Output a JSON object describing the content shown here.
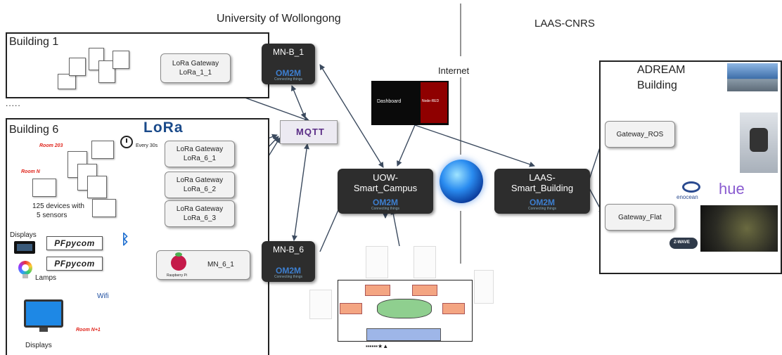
{
  "labels": {
    "university": "University of Wollongong",
    "laas": "LAAS-CNRS",
    "internet": "Internet",
    "ellipsis": ".....",
    "building1": "Building 1",
    "building6": "Building 6",
    "adream_line1": "ADREAM",
    "adream_line2": "Building",
    "lora_logo": "LoRa",
    "every30s": "Every 30s",
    "room203": "Room 203",
    "roomN": "Room N",
    "roomN1": "Room N+1",
    "devices_line1": "125 devices with",
    "devices_line2": "5 sensors",
    "displays_top": "Displays",
    "lamps": "Lamps",
    "wifi": "Wifi",
    "displays_bottom": "Displays",
    "pycom1": "PFpycom",
    "pycom2": "PFpycom",
    "raspberry": "Raspberry Pi",
    "mqtt": "MQTT",
    "dashboard": "Dashboard",
    "nodered": "Node-RED",
    "enocean": "enocean",
    "hue": "hue",
    "zwave": "Z-WAVE"
  },
  "gateways": {
    "lora_1_1": {
      "line1": "LoRa Gateway",
      "line2": "LoRa_1_1"
    },
    "lora_6_1": {
      "line1": "LoRa Gateway",
      "line2": "LoRa_6_1"
    },
    "lora_6_2": {
      "line1": "LoRa Gateway",
      "line2": "LoRa_6_2"
    },
    "lora_6_3": {
      "line1": "LoRa Gateway",
      "line2": "LoRa_6_3"
    },
    "mn_6_1": "MN_6_1",
    "gateway_ros": "Gateway_ROS",
    "gateway_flat": "Gateway_Flat"
  },
  "nodes": {
    "mn_b_1": {
      "line1": "MN-B_1"
    },
    "mn_b_6": {
      "line1": "MN-B_6"
    },
    "uow": {
      "line1": "UOW-",
      "line2": "Smart_Campus"
    },
    "laas": {
      "line1": "LAAS-",
      "line2": "Smart_Building"
    },
    "om2m": "OM2M",
    "om2m_sub": "Connecting things"
  },
  "colors": {
    "node_bg": "#2d2d2d",
    "om2m_blue": "#3d7fd0",
    "room_red": "#e0261d",
    "arrow_dark": "#3b4a5e",
    "arrow_blue": "#44577a",
    "mqtt_purple": "#5a2d86"
  },
  "icons": [
    "stopwatch-icon",
    "bluetooth-icon",
    "raspberry-pi-icon",
    "lamp-icon",
    "monitor-icon",
    "globe-icon",
    "robot-photo",
    "building-photo",
    "flat-photo",
    "workflow-diagram"
  ]
}
